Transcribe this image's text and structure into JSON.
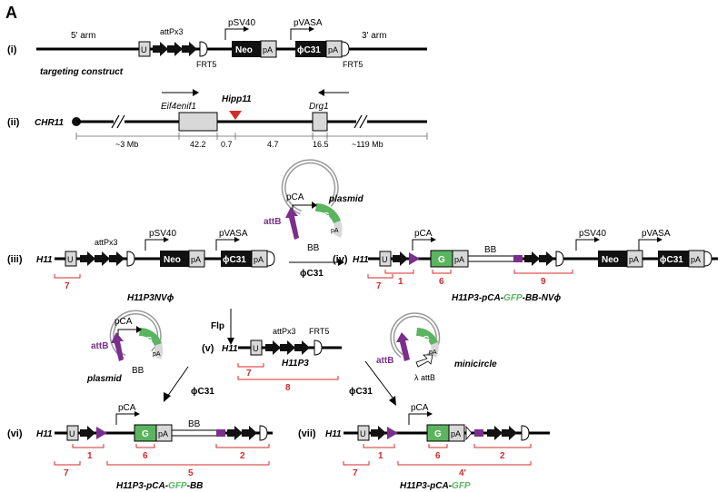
{
  "panel_letter": "A",
  "colors": {
    "green": "#5ab55e",
    "purple": "#7a2f8c",
    "red": "#d42a2a",
    "grey": "#d8d8d8",
    "black": "#111111"
  },
  "row_i": {
    "roman": "(i)",
    "five_arm": "5' arm",
    "three_arm": "3' arm",
    "u": "U",
    "att": "attPx3",
    "frt_a": "FRT5",
    "frt_b": "FRT5",
    "psv40": "pSV40",
    "pvasa": "pVASA",
    "neo": "Neo",
    "pa1": "pA",
    "c31": "ϕC31",
    "pa2": "pA",
    "caption": "targeting construct"
  },
  "row_ii": {
    "roman": "(ii)",
    "chr": "CHR11",
    "gene1": "Eif4enif1",
    "hipp": "Hipp11",
    "gene2": "Drg1",
    "scale": [
      "~3 Mb",
      "42.2",
      "0.7",
      "4.7",
      "16.5",
      "~119 Mb"
    ]
  },
  "row_iii": {
    "roman": "(iii)",
    "h11": "H11",
    "u": "U",
    "att": "attPx3",
    "psv40": "pSV40",
    "pvasa": "pVASA",
    "neo": "Neo",
    "pa1": "pA",
    "c31": "ϕC31",
    "pa2": "pA",
    "num": "7",
    "name": "H11P3NVϕ"
  },
  "plasmid_top": {
    "pca": "pCA",
    "attb": "attB",
    "g": "G",
    "pa": "pA",
    "bb": "BB",
    "label": "plasmid",
    "arrow": "ϕC31"
  },
  "row_iv": {
    "roman": "(iv)",
    "h11": "H11",
    "u": "U",
    "pca": "pCA",
    "g": "G",
    "pa": "pA",
    "bb": "BB",
    "psv40": "pSV40",
    "pvasa": "pVASA",
    "neo": "Neo",
    "pa1": "pA",
    "c31": "ϕC31",
    "pa2": "pA",
    "nums": [
      "7",
      "1",
      "6",
      "9"
    ],
    "name": {
      "a": "H11P3-pCA-",
      "gfp": "GFP",
      "b": "-BB-NVϕ"
    }
  },
  "flp": "Flp",
  "row_v": {
    "roman": "(v)",
    "h11": "H11",
    "u": "U",
    "att": "attPx3",
    "frt": "FRT5",
    "nums": [
      "7",
      "8"
    ],
    "name": "H11P3"
  },
  "plasmid_left": {
    "pca": "pCA",
    "attb": "attB",
    "g": "G",
    "pa": "pA",
    "bb": "BB",
    "label": "plasmid",
    "arrow": "ϕC31"
  },
  "minicircle": {
    "attb": "attB",
    "g": "G",
    "pa": "pA",
    "lambda": "λ attB",
    "label": "minicircle",
    "arrow": "ϕC31"
  },
  "row_vi": {
    "roman": "(vi)",
    "h11": "H11",
    "u": "U",
    "pca": "pCA",
    "g": "G",
    "pa": "pA",
    "bb": "BB",
    "nums": [
      "1",
      "2",
      "7",
      "6",
      "5"
    ],
    "name": {
      "a": "H11P3-pCA-",
      "gfp": "GFP",
      "b": "-BB"
    }
  },
  "row_vii": {
    "roman": "(vii)",
    "h11": "H11",
    "u": "U",
    "pca": "pCA",
    "g": "G",
    "pa": "pA",
    "nums": [
      "1",
      "2",
      "7",
      "6",
      "4'"
    ],
    "name": {
      "a": "H11P3-pCA-",
      "gfp": "GFP"
    }
  }
}
